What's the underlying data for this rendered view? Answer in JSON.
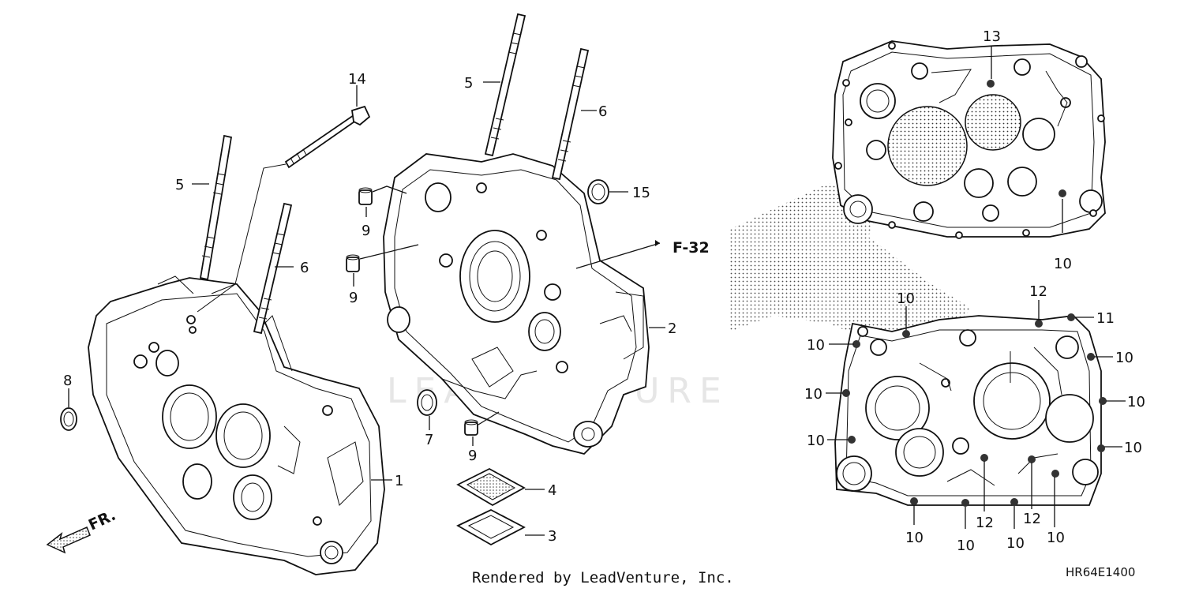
{
  "watermark": "LEADVENTURE",
  "footer": {
    "rendered_by": "Rendered by LeadVenture, Inc.",
    "diagram_code": "HR64E1400"
  },
  "labels": {
    "ref_f32": "F-32",
    "front_arrow": "FR.",
    "callouts_left": [
      "14",
      "5",
      "6",
      "8",
      "1"
    ],
    "callouts_center": [
      "5",
      "6",
      "15",
      "9",
      "9",
      "2",
      "7",
      "9",
      "4",
      "3"
    ],
    "callouts_right_top": [
      "13",
      "10"
    ],
    "callouts_right_bottom": [
      "10",
      "12",
      "11",
      "10",
      "10",
      "10",
      "10",
      "10",
      "10",
      "10",
      "10",
      "12",
      "12",
      "10",
      "10",
      "10",
      "10"
    ]
  }
}
